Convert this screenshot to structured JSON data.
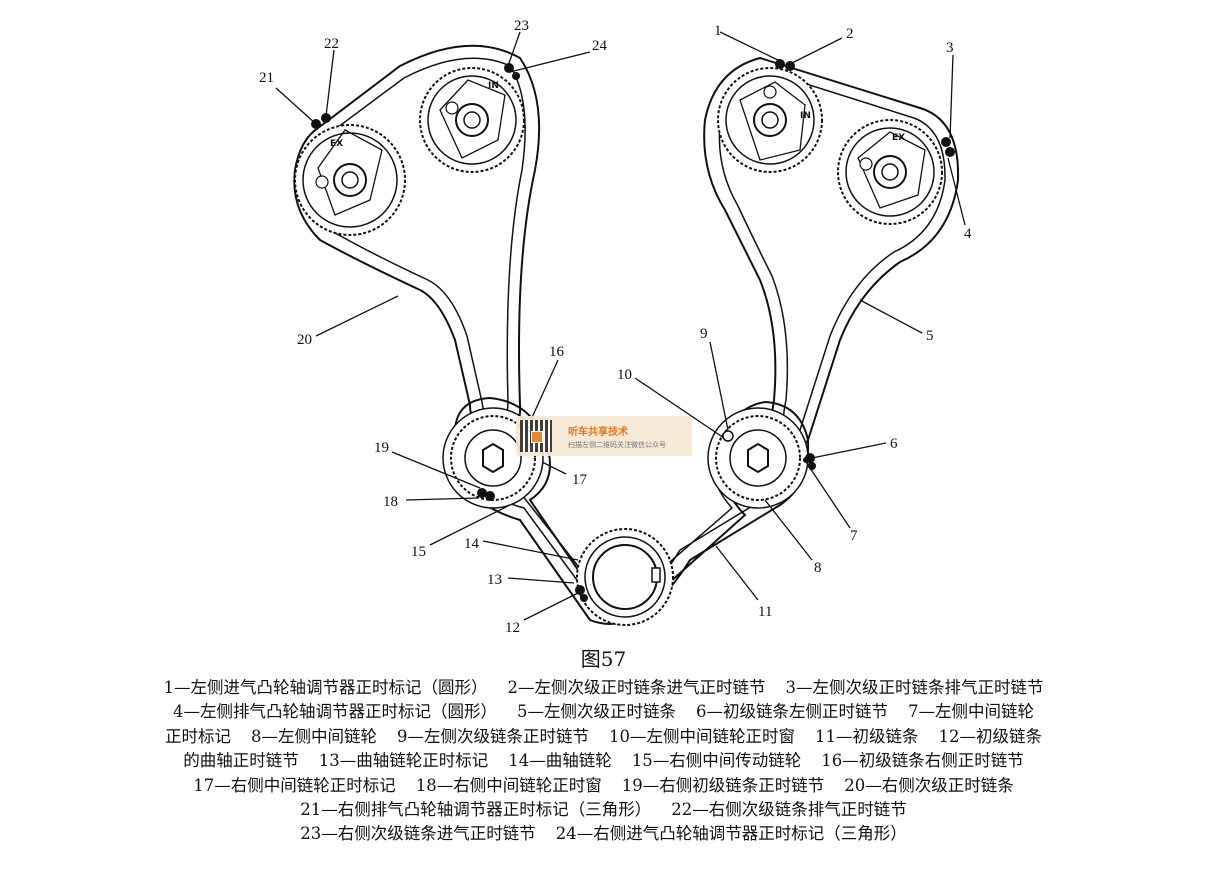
{
  "figure_title": "图57",
  "callouts": [
    "1",
    "2",
    "3",
    "4",
    "5",
    "6",
    "7",
    "8",
    "9",
    "10",
    "11",
    "12",
    "13",
    "14",
    "15",
    "16",
    "17",
    "18",
    "19",
    "20",
    "21",
    "22",
    "23",
    "24"
  ],
  "gear_marks": {
    "ex": "EX",
    "in": "IN"
  },
  "watermark": {
    "title": "听车共享技术",
    "subtitle": "扫描左侧二维码关注微信公众号"
  },
  "legend_lines": [
    [
      "1—左侧进气凸轮轴调节器正时标记（圆形）",
      "2—左侧次级正时链条进气正时链节",
      "3—左侧次级正时链条排气正时链节"
    ],
    [
      "4—左侧排气凸轮轴调节器正时标记（圆形）",
      "5—左侧次级正时链条",
      "6—初级链条左侧正时链节",
      "7—左侧中间链轮"
    ],
    [
      "正时标记",
      "8—左侧中间链轮",
      "9—左侧次级链条正时链节",
      "10—左侧中间链轮正时窗",
      "11—初级链条",
      "12—初级链条"
    ],
    [
      "的曲轴正时链节",
      "13—曲轴链轮正时标记",
      "14—曲轴链轮",
      "15—右侧中间传动链轮",
      "16—初级链条右侧正时链节"
    ],
    [
      "17—右侧中间链轮正时标记",
      "18—右侧中间链轮正时窗",
      "19—右侧初级链条正时链节",
      "20—右侧次级正时链条"
    ],
    [
      "21—右侧排气凸轮轴调节器正时标记（三角形）",
      "22—右侧次级链条排气正时链节"
    ],
    [
      "23—右侧次级链条进气正时链节",
      "24—右侧进气凸轮轴调节器正时标记（三角形）"
    ]
  ]
}
